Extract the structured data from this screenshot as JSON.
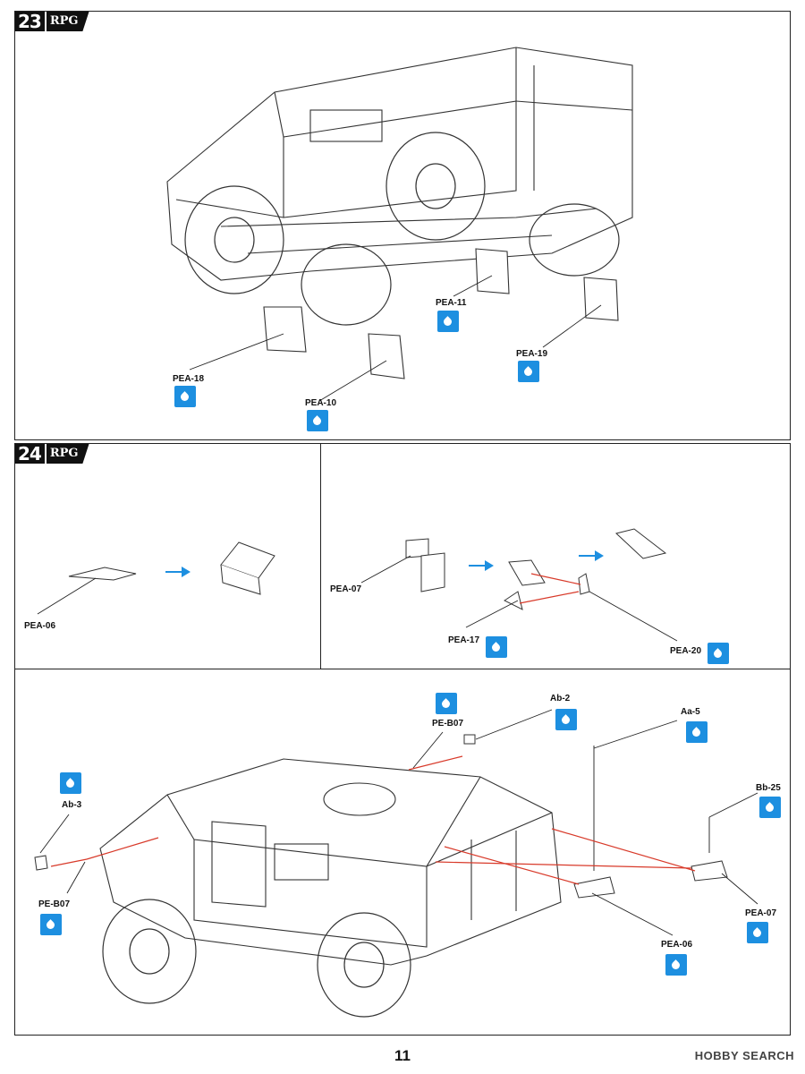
{
  "brand": "RPG",
  "steps": [
    {
      "number": "23",
      "parts": [
        "PEA-11",
        "PEA-18",
        "PEA-10",
        "PEA-19"
      ]
    },
    {
      "number": "24",
      "parts": [
        "PEA-06",
        "PEA-07",
        "PEA-17",
        "PEA-20",
        "PE-B07",
        "Ab-2",
        "Aa-5",
        "Bb-25",
        "Ab-3",
        "PE-B07",
        "PEA-07",
        "PEA-06"
      ]
    }
  ],
  "page_number": "11",
  "watermark": "HOBBY SEARCH",
  "colors": {
    "decal_blue": "#1d8fe0",
    "arrow_red": "#d83a2a",
    "arrow_blue": "#1d8fe0"
  },
  "icons": [
    "glue-drop-icon",
    "step-arrow-icon"
  ]
}
